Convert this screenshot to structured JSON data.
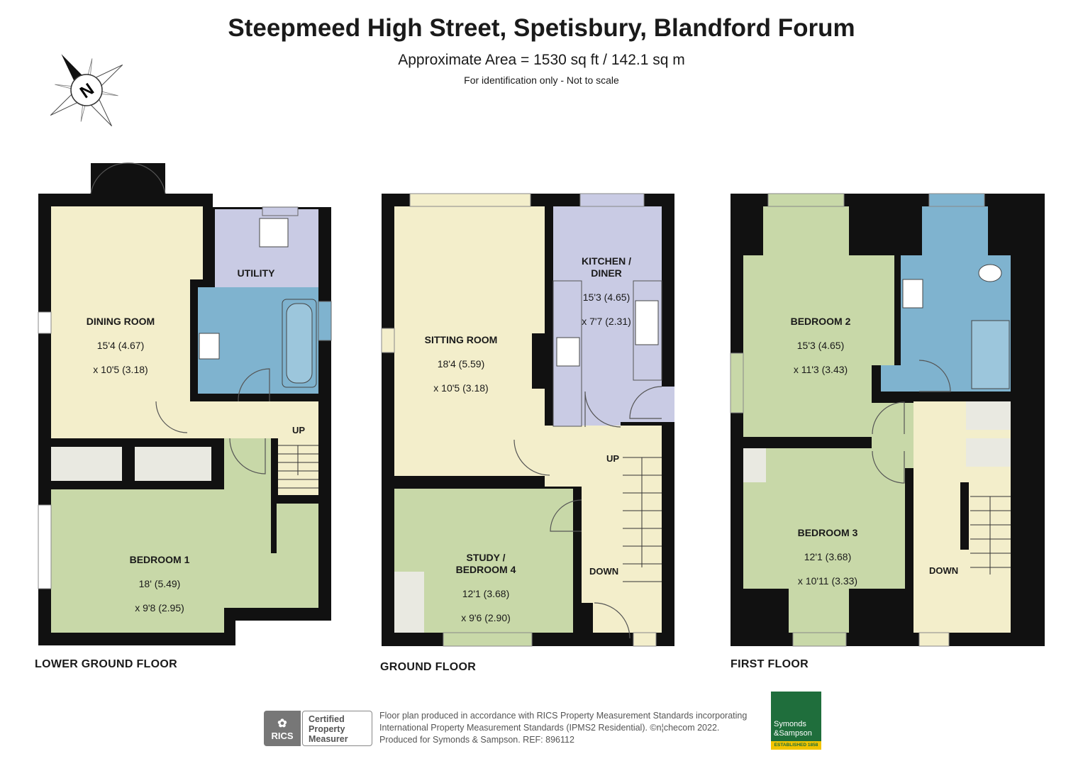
{
  "header": {
    "title": "Steepmeed High Street, Spetisbury, Blandford Forum",
    "area": "Approximate Area = 1530 sq ft / 142.1 sq m",
    "note": "For identification only - Not to scale"
  },
  "compass": {
    "label": "N",
    "icon": "compass-rose-icon"
  },
  "colors": {
    "wall": "#111111",
    "living": "#f3eecb",
    "bedroom": "#c8d8a8",
    "kitchen": "#c9cbe4",
    "bathroom": "#7fb3cf",
    "storage": "#e9e9e1"
  },
  "floors": {
    "lower_ground": {
      "label": "LOWER GROUND FLOOR",
      "rooms": [
        {
          "name": "DINING ROOM",
          "dim1": "15'4 (4.67)",
          "dim2": "x 10'5 (3.18)"
        },
        {
          "name": "UTILITY",
          "dim1": "",
          "dim2": ""
        },
        {
          "name": "BEDROOM 1",
          "dim1": "18' (5.49)",
          "dim2": "x 9'8 (2.95)"
        }
      ],
      "stairs": "UP"
    },
    "ground": {
      "label": "GROUND FLOOR",
      "rooms": [
        {
          "name": "SITTING ROOM",
          "dim1": "18'4 (5.59)",
          "dim2": "x 10'5 (3.18)"
        },
        {
          "name": "KITCHEN /\nDINER",
          "dim1": "15'3 (4.65)",
          "dim2": "x 7'7 (2.31)"
        },
        {
          "name": "STUDY /\nBEDROOM 4",
          "dim1": "12'1 (3.68)",
          "dim2": "x 9'6 (2.90)"
        }
      ],
      "stairs_up": "UP",
      "stairs_down": "DOWN"
    },
    "first": {
      "label": "FIRST FLOOR",
      "rooms": [
        {
          "name": "BEDROOM 2",
          "dim1": "15'3 (4.65)",
          "dim2": "x 11'3 (3.43)"
        },
        {
          "name": "BEDROOM 3",
          "dim1": "12'1 (3.68)",
          "dim2": "x 10'11 (3.33)"
        }
      ],
      "stairs": "DOWN"
    }
  },
  "footer": {
    "line1": "Floor plan produced in accordance with RICS Property Measurement Standards incorporating",
    "line2": "International Property Measurement Standards (IPMS2 Residential).   ©n¦checom 2022.",
    "line3": "Produced for Symonds & Sampson.   REF:  896112",
    "rics": "RICS",
    "cert_line1": "Certified",
    "cert_line2": "Property",
    "cert_line3": "Measurer",
    "agent_name_1": "Symonds",
    "agent_name_2": "&Sampson",
    "agent_est": "ESTABLISHED 1858"
  }
}
